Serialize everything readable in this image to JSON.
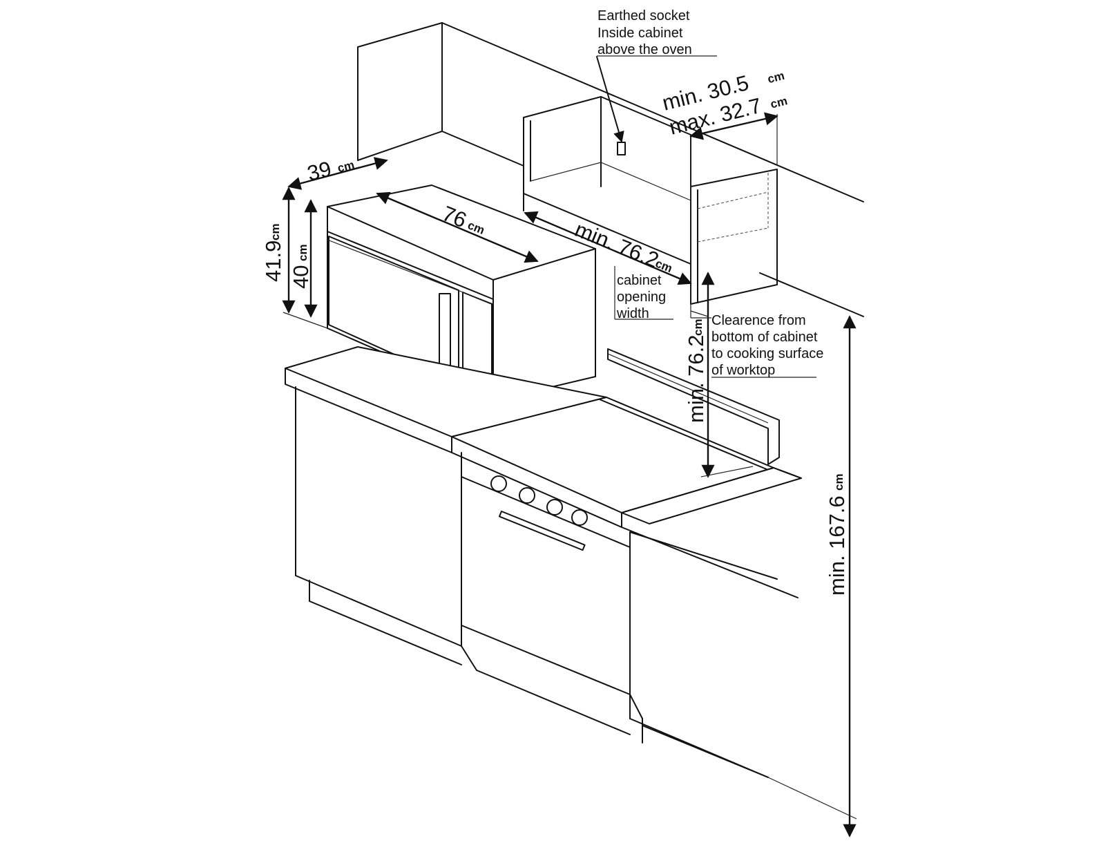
{
  "notes": {
    "socket": [
      "Earthed socket",
      "Inside cabinet",
      "above the oven"
    ],
    "opening": [
      "cabinet",
      "opening",
      "width"
    ],
    "clearance": [
      "Clearence from",
      "bottom of cabinet",
      "to cooking surface",
      "of worktop"
    ]
  },
  "dimensions": {
    "depth": {
      "value": "39",
      "unit": "cm"
    },
    "width": {
      "value": "76",
      "unit": "cm"
    },
    "height_total": {
      "value": "41.9",
      "unit": "cm"
    },
    "height_body": {
      "value": "40",
      "unit": "cm"
    },
    "opening": {
      "value": "min. 76.2",
      "unit": "cm"
    },
    "cabinet_depth_min": {
      "value": "min. 30.5",
      "unit": "cm"
    },
    "cabinet_depth_max": {
      "value": "max. 32.7",
      "unit": "cm"
    },
    "clearance": {
      "value": "min. 76.2",
      "unit": "cm"
    },
    "floor_height": {
      "value": "min. 167.6",
      "unit": "cm"
    }
  }
}
